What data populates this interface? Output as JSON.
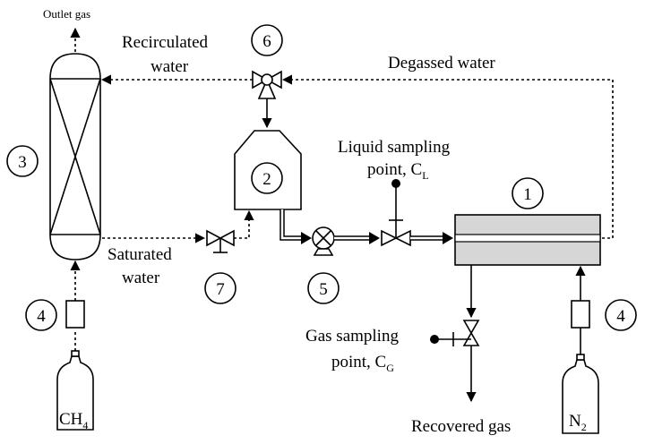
{
  "labels": {
    "outlet_gas": "Outlet gas",
    "recirculated_water_1": "Recirculated",
    "recirculated_water_2": "water",
    "degassed_water": "Degassed water",
    "liquid_sampling_1": "Liquid sampling",
    "liquid_sampling_2": "point, C",
    "liquid_sampling_sub": "L",
    "saturated_water_1": "Saturated",
    "saturated_water_2": "water",
    "gas_sampling_1": "Gas sampling",
    "gas_sampling_2": "point, C",
    "gas_sampling_sub": "G",
    "recovered_gas": "Recovered gas",
    "ch4_main": "CH",
    "ch4_sub": "4",
    "n2_main": "N",
    "n2_sub": "2"
  },
  "numbers": {
    "n1": "1",
    "n2": "2",
    "n3": "3",
    "n4_left": "4",
    "n4_right": "4",
    "n5": "5",
    "n6": "6",
    "n7": "7"
  }
}
